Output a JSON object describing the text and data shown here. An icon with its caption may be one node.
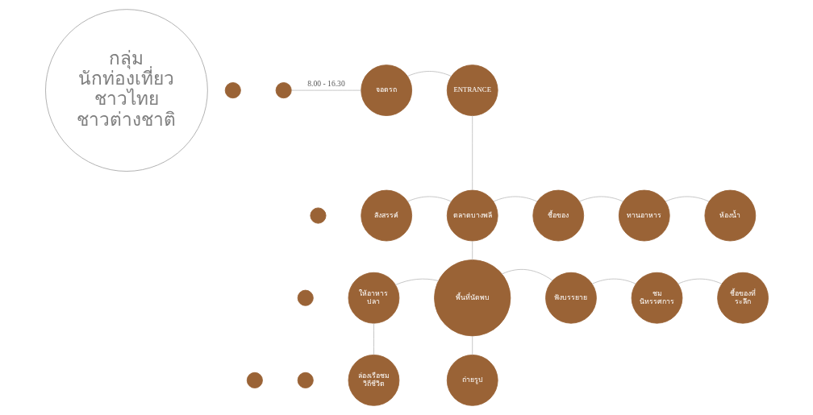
{
  "diagram": {
    "nodes": [
      {
        "text": [
          "กลุ่ม นักท่องเที่ยว ชาวไทย ชาวต่างชาติ"
        ]
      },
      {
        "text": [],
        "shape": "circle"
      },
      {
        "text": [],
        "shape": "circle"
      },
      {
        "text": [],
        "shape": "circle"
      },
      {
        "text": [],
        "shape": "circle"
      },
      {
        "text": [],
        "shape": "circle"
      },
      {
        "text": [],
        "shape": "circle"
      },
      {
        "text": [
          "จอดรถ"
        ]
      },
      {
        "text": [
          "ENTRANCE"
        ]
      },
      {
        "text": [
          "สังสรรค์"
        ]
      },
      {
        "text": [
          "ตลาดบางพลี"
        ]
      },
      {
        "text": [
          "ชื้อของ"
        ]
      },
      {
        "text": [
          "ทานอาหาร"
        ]
      },
      {
        "text": [
          "ห้องน้ำ"
        ]
      },
      {
        "text": [
          "ให้อาหาร ปลา"
        ]
      },
      {
        "text": [
          "พื้นที่นัดพบ"
        ]
      },
      {
        "text": [
          "ฟังบรรยาย"
        ]
      },
      {
        "text": [
          "ชม นิทรรศการ"
        ]
      },
      {
        "text": [
          "ชื้อของที่ ระลึก"
        ]
      },
      {
        "text": [
          "ล่องเรือชม วิถีชีวิต"
        ]
      },
      {
        "text": [
          "ถ่ายรูป"
        ]
      }
    ],
    "edges": [
      {
        "from": 2,
        "to": 7,
        "arrow": "none",
        "label": "8.00 - 16.30"
      },
      {
        "from": 7,
        "to": 8,
        "arrow": "none"
      },
      {
        "from": 8,
        "to": 10,
        "arrow": "none"
      },
      {
        "from": 9,
        "to": 10,
        "arrow": "none"
      },
      {
        "from": 10,
        "to": 11,
        "arrow": "none"
      },
      {
        "from": 11,
        "to": 12,
        "arrow": "none"
      },
      {
        "from": 12,
        "to": 13,
        "arrow": "none"
      },
      {
        "from": 10,
        "to": 15,
        "arrow": "none"
      },
      {
        "from": 14,
        "to": 15,
        "arrow": "none"
      },
      {
        "from": 15,
        "to": 16,
        "arrow": "none"
      },
      {
        "from": 16,
        "to": 17,
        "arrow": "none"
      },
      {
        "from": 17,
        "to": 18,
        "arrow": "none"
      },
      {
        "from": 14,
        "to": 19,
        "arrow": "none"
      },
      {
        "from": 15,
        "to": 20,
        "arrow": "none"
      }
    ]
  }
}
